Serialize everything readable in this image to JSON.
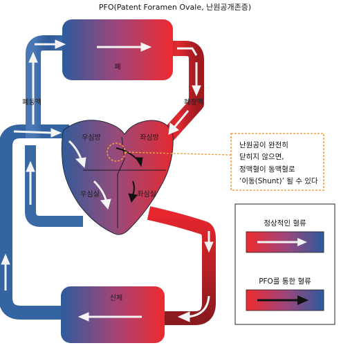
{
  "title": "PFO(Patent Foramen Ovale, 난원공개존증)",
  "labels": {
    "lung": "폐",
    "pulmonary_artery": "폐동맥",
    "pulmonary_vein": "폐정맥",
    "right_atrium": "우심방",
    "left_atrium": "좌심방",
    "right_ventricle": "우심실",
    "left_ventricle": "좌심실",
    "body": "신체"
  },
  "callout": {
    "lines": [
      "난원공이 완전히",
      "닫히지 않으면,",
      "정맥혈이 동맥혈로",
      "‘이동(Shunt)’ 될 수 있다"
    ]
  },
  "legend": {
    "normal_label": "정상적인 혈류",
    "pfo_label": "PFO를 통한 혈류"
  },
  "colors": {
    "blue": "#2f5fa0",
    "red": "#e8262e",
    "dark_red": "#9a1a1e",
    "callout_border": "#f0a040"
  }
}
